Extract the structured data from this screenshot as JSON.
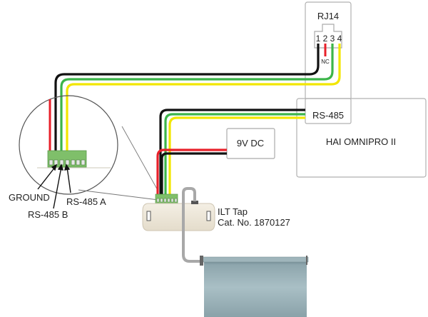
{
  "diagram": {
    "rj14": {
      "title": "RJ14",
      "pins": [
        "1",
        "2",
        "3",
        "4"
      ],
      "nc_label": "NC"
    },
    "controller": {
      "name": "HAI OMNIPRO II",
      "port_label": "RS-485"
    },
    "power_supply": {
      "label": "9V DC"
    },
    "ilt_tap": {
      "name": "ILT Tap",
      "catalog": "Cat. No. 1870127"
    },
    "terminal_callouts": {
      "ground": "GROUND",
      "rs485_b": "RS-485 B",
      "rs485_a": "RS-485 A"
    },
    "wire_colors": {
      "black": "#111111",
      "red": "#e8202a",
      "green": "#3cb54a",
      "yellow": "#f2e600"
    }
  }
}
